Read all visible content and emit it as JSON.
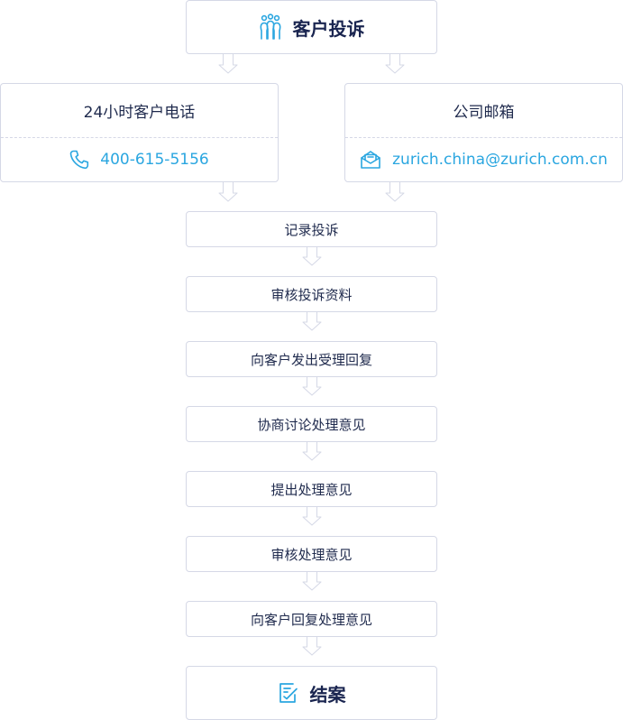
{
  "header": {
    "title": "客户投诉",
    "icon": "people-group-icon"
  },
  "channels": {
    "phone": {
      "label": "24小时客户电话",
      "value": "400-615-5156",
      "icon": "phone-icon"
    },
    "email": {
      "label": "公司邮箱",
      "value": "zurich.china@zurich.com.cn",
      "icon": "mail-icon"
    }
  },
  "steps": [
    "记录投诉",
    "审核投诉资料",
    "向客户发出受理回复",
    "协商讨论处理意见",
    "提出处理意见",
    "审核处理意见",
    "向客户回复处理意见"
  ],
  "final": {
    "title": "结案",
    "icon": "edit-check-icon"
  },
  "colors": {
    "accent": "#2aa6e0",
    "text": "#1f2a4d",
    "border": "#d5d8e6"
  }
}
